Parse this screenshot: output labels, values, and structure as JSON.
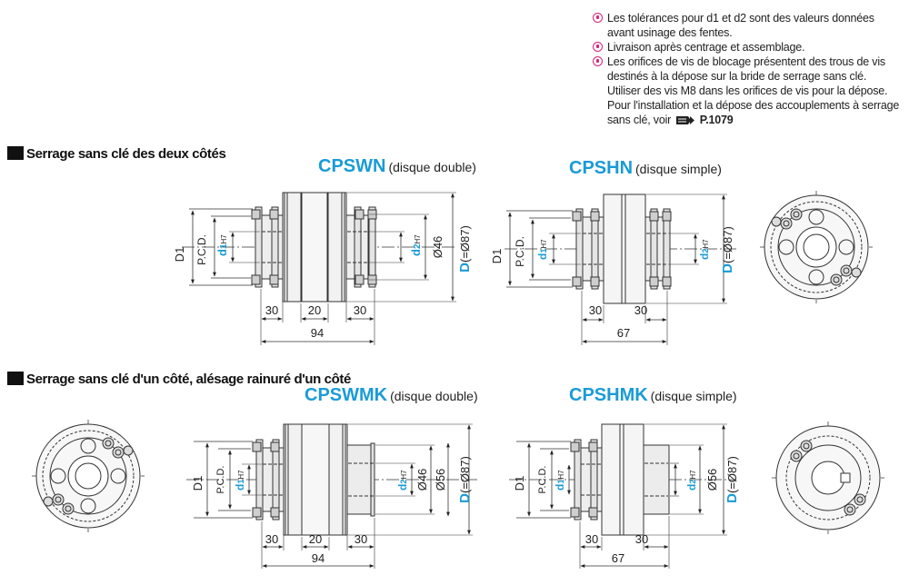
{
  "notes": {
    "items": [
      "Les tolérances pour d1 et d2 sont des valeurs données avant usinage des fentes.",
      "Livraison après centrage et assemblage.",
      "Les orifices de vis de blocage présentent des trous de vis destinés à la dépose sur la bride de serrage sans clé. Utiliser des vis M8 dans les orifices de vis pour la dépose."
    ],
    "install_text": "Pour l'installation et la dépose des accouplements à serrage sans clé, voir",
    "install_ref": "P.1079"
  },
  "sections": {
    "top_title": "Serrage sans clé des deux côtés",
    "bottom_title": "Serrage sans clé d'un côté, alésage rainuré d'un côté"
  },
  "models": {
    "cpswn": {
      "code": "CPSWN",
      "desc": "(disque double)"
    },
    "cpshn": {
      "code": "CPSHN",
      "desc": "(disque simple)"
    },
    "cpswmk": {
      "code": "CPSWMK",
      "desc": "(disque double)"
    },
    "cpshmk": {
      "code": "CPSHMK",
      "desc": "(disque simple)"
    }
  },
  "dims": {
    "d1_label": "D1",
    "pcd_label": "P.C.D.",
    "d1": "d",
    "d1_sub": "1",
    "d2": "d",
    "d2_sub": "2",
    "tol": "H7",
    "bore46": "Ø46",
    "bore56": "Ø56",
    "outer": "D",
    "outer_val": "(=Ø87)",
    "len30": "30",
    "len20": "20",
    "total_double": "94",
    "total_single": "67"
  },
  "colors": {
    "accent": "#1a9bd7",
    "note_bullet": "#d6247d"
  }
}
